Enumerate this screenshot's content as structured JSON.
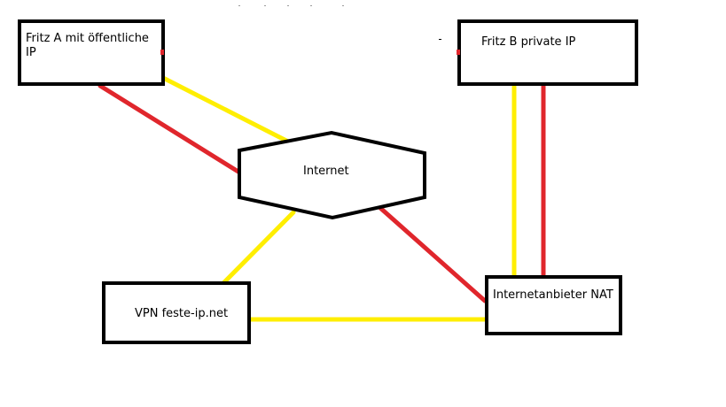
{
  "colors": {
    "background": "#ffffff",
    "outline": "#000000",
    "red_link": "#e0262c",
    "yellow_link": "#ffee00"
  },
  "nodes": {
    "fritz_a": {
      "line1": "Fritz A mit öffentliche",
      "line2": "IP"
    },
    "fritz_b": {
      "label": "Fritz B private IP"
    },
    "internet": {
      "label": "Internet"
    },
    "vpn": {
      "label": "VPN feste-ip.net"
    },
    "isp_nat": {
      "label": "Internetanbieter NAT"
    }
  }
}
